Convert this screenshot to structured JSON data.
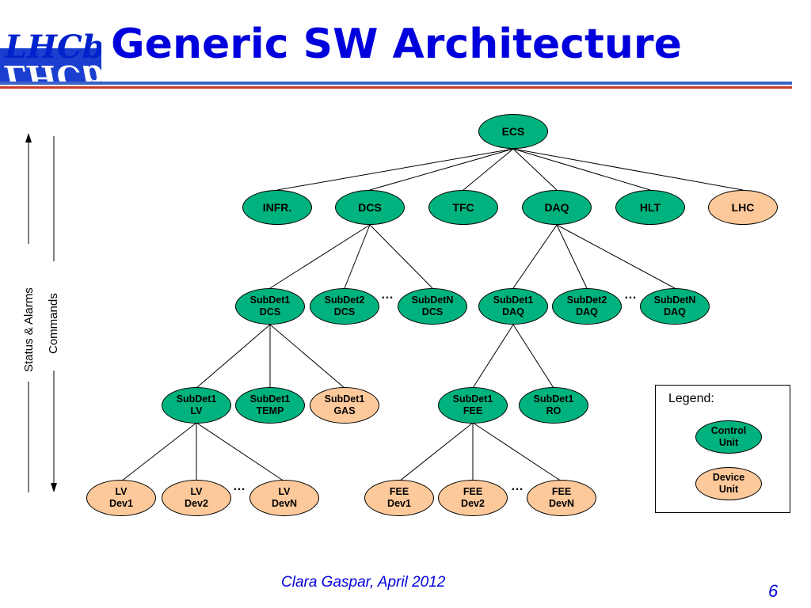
{
  "slide": {
    "title": "Generic SW Architecture",
    "footer": "Clara Gaspar, April 2012",
    "page_number": "6",
    "logo_text": "LHCb",
    "side_labels": {
      "status": "Status & Alarms",
      "commands": "Commands"
    },
    "ellipsis": "…"
  },
  "legend": {
    "title": "Legend:",
    "control_label": [
      "Control",
      "Unit"
    ],
    "device_label": [
      "Device",
      "Unit"
    ]
  },
  "nodes": {
    "ecs": [
      "ECS"
    ],
    "infr": [
      "INFR."
    ],
    "dcs": [
      "DCS"
    ],
    "tfc": [
      "TFC"
    ],
    "daq": [
      "DAQ"
    ],
    "hlt": [
      "HLT"
    ],
    "lhc": [
      "LHC"
    ],
    "subdet1_dcs": [
      "SubDet1",
      "DCS"
    ],
    "subdet2_dcs": [
      "SubDet2",
      "DCS"
    ],
    "subdetn_dcs": [
      "SubDetN",
      "DCS"
    ],
    "subdet1_daq": [
      "SubDet1",
      "DAQ"
    ],
    "subdet2_daq": [
      "SubDet2",
      "DAQ"
    ],
    "subdetn_daq": [
      "SubDetN",
      "DAQ"
    ],
    "subdet1_lv": [
      "SubDet1",
      "LV"
    ],
    "subdet1_temp": [
      "SubDet1",
      "TEMP"
    ],
    "subdet1_gas": [
      "SubDet1",
      "GAS"
    ],
    "subdet1_fee": [
      "SubDet1",
      "FEE"
    ],
    "subdet1_ro": [
      "SubDet1",
      "RO"
    ],
    "lv_dev1": [
      "LV",
      "Dev1"
    ],
    "lv_dev2": [
      "LV",
      "Dev2"
    ],
    "lv_devn": [
      "LV",
      "DevN"
    ],
    "fee_dev1": [
      "FEE",
      "Dev1"
    ],
    "fee_dev2": [
      "FEE",
      "Dev2"
    ],
    "fee_devn": [
      "FEE",
      "DevN"
    ]
  },
  "colors": {
    "control": "#00b27d",
    "device": "#fdc99b",
    "title": "#0000dd"
  }
}
